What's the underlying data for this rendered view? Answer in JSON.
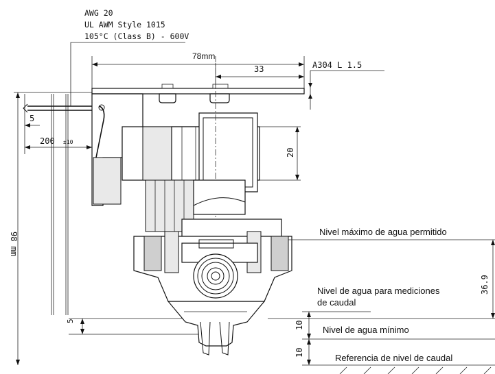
{
  "cable_spec": {
    "line1": "AWG 20",
    "line2": "UL AWM Style 1015",
    "line3": "105°C (Class B) - 600V"
  },
  "dimensions": {
    "width_total": "78mm",
    "offset_33": "33",
    "material": "A304  L  1.5",
    "dim_5_top": "5",
    "cable_length": "200",
    "cable_tolerance": "±10",
    "dim_20": "20",
    "height_total": "98 mm",
    "dim_36_9": "36.9",
    "dim_10_a": "10",
    "dim_10_b": "10",
    "dim_5_bottom": "5"
  },
  "levels": {
    "max": "Nivel máximo de agua permitido",
    "measure_line1": "Nivel de agua para mediciones",
    "measure_line2": "de caudal",
    "min": "Nivel de agua mínimo",
    "reference": "Referencia de nivel de caudal"
  }
}
